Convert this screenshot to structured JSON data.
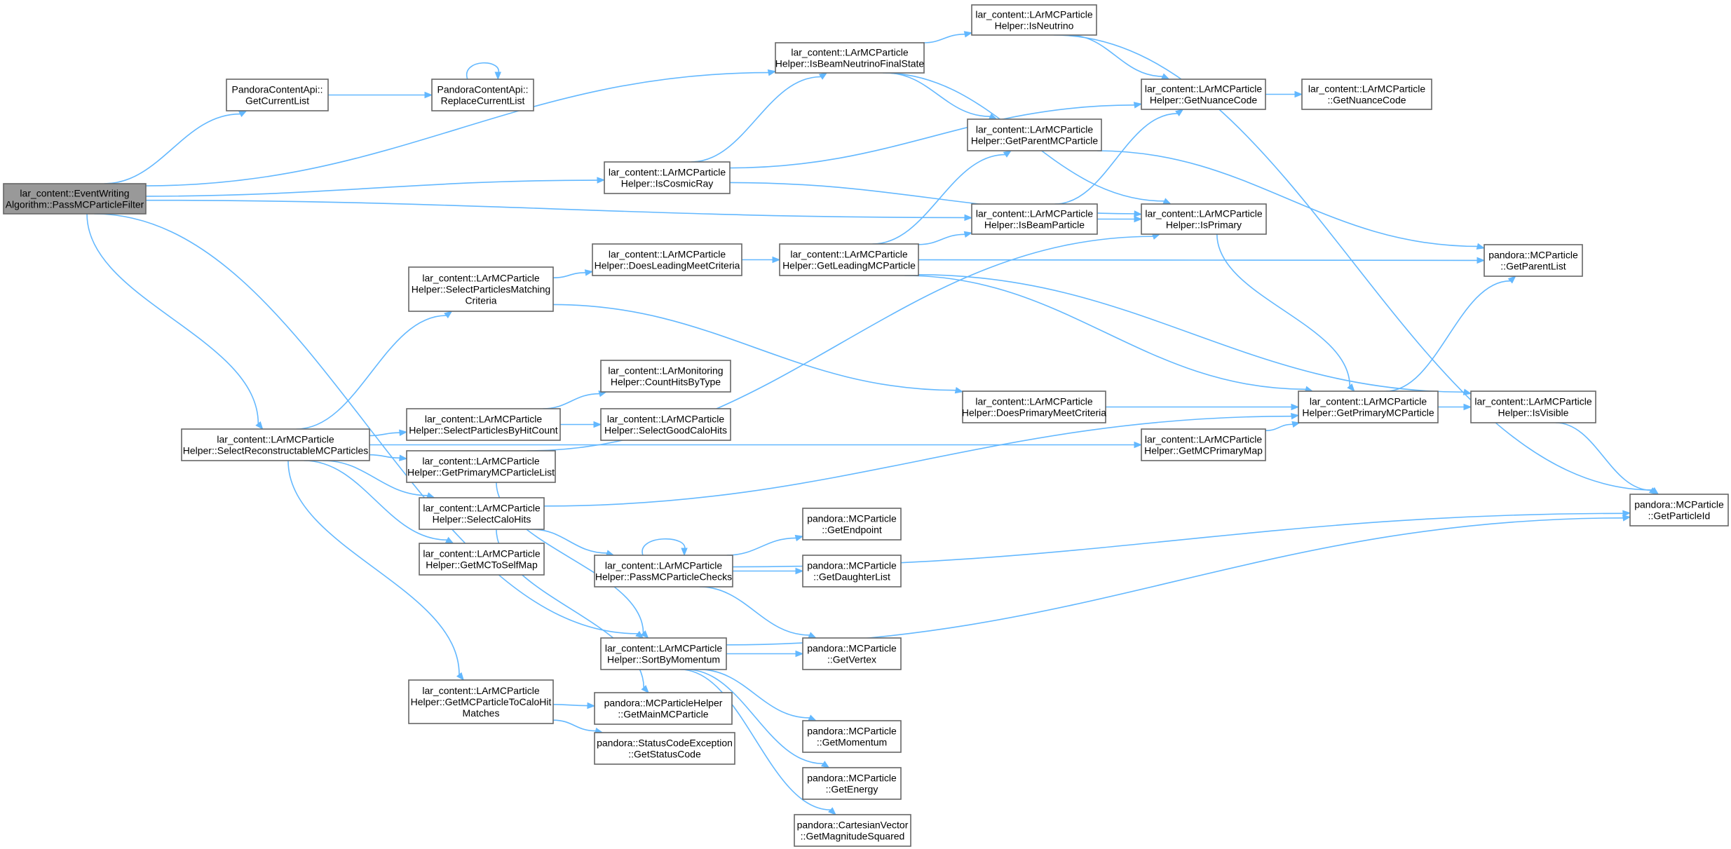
{
  "diagram": {
    "nodes": [
      {
        "id": "root",
        "lines": [
          "lar_content::EventWriting",
          "Algorithm::PassMCParticleFilter"
        ],
        "root": true
      },
      {
        "id": "getCurrentList",
        "lines": [
          "PandoraContentApi::",
          "GetCurrentList"
        ]
      },
      {
        "id": "replaceCurrentList",
        "lines": [
          "PandoraContentApi::",
          "ReplaceCurrentList"
        ]
      },
      {
        "id": "isBeamNeutrinoFinalState",
        "lines": [
          "lar_content::LArMCParticle",
          "Helper::IsBeamNeutrinoFinalState"
        ]
      },
      {
        "id": "isNeutrino",
        "lines": [
          "lar_content::LArMCParticle",
          "Helper::IsNeutrino"
        ]
      },
      {
        "id": "getNuanceCodeHelper",
        "lines": [
          "lar_content::LArMCParticle",
          "Helper::GetNuanceCode"
        ]
      },
      {
        "id": "getNuanceCodeParticle",
        "lines": [
          "lar_content::LArMCParticle",
          "::GetNuanceCode"
        ]
      },
      {
        "id": "getParentMCParticle",
        "lines": [
          "lar_content::LArMCParticle",
          "Helper::GetParentMCParticle"
        ]
      },
      {
        "id": "isCosmicRay",
        "lines": [
          "lar_content::LArMCParticle",
          "Helper::IsCosmicRay"
        ]
      },
      {
        "id": "isBeamParticle",
        "lines": [
          "lar_content::LArMCParticle",
          "Helper::IsBeamParticle"
        ]
      },
      {
        "id": "isPrimary",
        "lines": [
          "lar_content::LArMCParticle",
          "Helper::IsPrimary"
        ]
      },
      {
        "id": "selectParticlesMatchingCriteria",
        "lines": [
          "lar_content::LArMCParticle",
          "Helper::SelectParticlesMatching",
          "Criteria"
        ]
      },
      {
        "id": "doesLeadingMeetCriteria",
        "lines": [
          "lar_content::LArMCParticle",
          "Helper::DoesLeadingMeetCriteria"
        ]
      },
      {
        "id": "getLeadingMCParticle",
        "lines": [
          "lar_content::LArMCParticle",
          "Helper::GetLeadingMCParticle"
        ]
      },
      {
        "id": "getParentList",
        "lines": [
          "pandora::MCParticle",
          "::GetParentList"
        ]
      },
      {
        "id": "countHitsByType",
        "lines": [
          "lar_content::LArMonitoring",
          "Helper::CountHitsByType"
        ]
      },
      {
        "id": "doesPrimaryMeetCriteria",
        "lines": [
          "lar_content::LArMCParticle",
          "Helper::DoesPrimaryMeetCriteria"
        ]
      },
      {
        "id": "getPrimaryMCParticle",
        "lines": [
          "lar_content::LArMCParticle",
          "Helper::GetPrimaryMCParticle"
        ]
      },
      {
        "id": "isVisible",
        "lines": [
          "lar_content::LArMCParticle",
          "Helper::IsVisible"
        ]
      },
      {
        "id": "selectReconstructable",
        "lines": [
          "lar_content::LArMCParticle",
          "Helper::SelectReconstructableMCParticles"
        ]
      },
      {
        "id": "selectParticlesByHitCount",
        "lines": [
          "lar_content::LArMCParticle",
          "Helper::SelectParticlesByHitCount"
        ]
      },
      {
        "id": "selectGoodCaloHits",
        "lines": [
          "lar_content::LArMCParticle",
          "Helper::SelectGoodCaloHits"
        ]
      },
      {
        "id": "getPrimaryMCParticleList",
        "lines": [
          "lar_content::LArMCParticle",
          "Helper::GetPrimaryMCParticleList"
        ]
      },
      {
        "id": "getMCPrimaryMap",
        "lines": [
          "lar_content::LArMCParticle",
          "Helper::GetMCPrimaryMap"
        ]
      },
      {
        "id": "selectCaloHits",
        "lines": [
          "lar_content::LArMCParticle",
          "Helper::SelectCaloHits"
        ]
      },
      {
        "id": "getParticleId",
        "lines": [
          "pandora::MCParticle",
          "::GetParticleId"
        ]
      },
      {
        "id": "getEndpoint",
        "lines": [
          "pandora::MCParticle",
          "::GetEndpoint"
        ]
      },
      {
        "id": "getMCToSelfMap",
        "lines": [
          "lar_content::LArMCParticle",
          "Helper::GetMCToSelfMap"
        ]
      },
      {
        "id": "passMCParticleChecks",
        "lines": [
          "lar_content::LArMCParticle",
          "Helper::PassMCParticleChecks"
        ]
      },
      {
        "id": "getDaughterList",
        "lines": [
          "pandora::MCParticle",
          "::GetDaughterList"
        ]
      },
      {
        "id": "sortByMomentum",
        "lines": [
          "lar_content::LArMCParticle",
          "Helper::SortByMomentum"
        ]
      },
      {
        "id": "getVertex",
        "lines": [
          "pandora::MCParticle",
          "::GetVertex"
        ]
      },
      {
        "id": "getMCParticleToCaloHitMatches",
        "lines": [
          "lar_content::LArMCParticle",
          "Helper::GetMCParticleToCaloHit",
          "Matches"
        ]
      },
      {
        "id": "getMainMCParticle",
        "lines": [
          "pandora::MCParticleHelper",
          "::GetMainMCParticle"
        ]
      },
      {
        "id": "getStatusCode",
        "lines": [
          "pandora::StatusCodeException",
          "::GetStatusCode"
        ]
      },
      {
        "id": "getMomentum",
        "lines": [
          "pandora::MCParticle",
          "::GetMomentum"
        ]
      },
      {
        "id": "getEnergy",
        "lines": [
          "pandora::MCParticle",
          "::GetEnergy"
        ]
      },
      {
        "id": "getMagnitudeSquared",
        "lines": [
          "pandora::CartesianVector",
          "::GetMagnitudeSquared"
        ]
      }
    ],
    "edges": [
      [
        "root",
        "getCurrentList"
      ],
      [
        "root",
        "isBeamNeutrinoFinalState"
      ],
      [
        "root",
        "isCosmicRay"
      ],
      [
        "root",
        "isBeamParticle"
      ],
      [
        "root",
        "selectReconstructable"
      ],
      [
        "root",
        "sortByMomentum"
      ],
      [
        "getCurrentList",
        "replaceCurrentList"
      ],
      [
        "replaceCurrentList",
        "replaceCurrentList"
      ],
      [
        "isBeamNeutrinoFinalState",
        "isNeutrino"
      ],
      [
        "isBeamNeutrinoFinalState",
        "getParentMCParticle"
      ],
      [
        "isBeamNeutrinoFinalState",
        "isPrimary"
      ],
      [
        "isNeutrino",
        "getNuanceCodeHelper"
      ],
      [
        "isNeutrino",
        "getParticleId"
      ],
      [
        "getNuanceCodeHelper",
        "getNuanceCodeParticle"
      ],
      [
        "getParentMCParticle",
        "getParentList"
      ],
      [
        "isCosmicRay",
        "isBeamNeutrinoFinalState"
      ],
      [
        "isCosmicRay",
        "getNuanceCodeHelper"
      ],
      [
        "isCosmicRay",
        "isPrimary"
      ],
      [
        "isBeamParticle",
        "getNuanceCodeHelper"
      ],
      [
        "isBeamParticle",
        "isPrimary"
      ],
      [
        "isPrimary",
        "getPrimaryMCParticle"
      ],
      [
        "selectParticlesMatchingCriteria",
        "doesLeadingMeetCriteria"
      ],
      [
        "selectParticlesMatchingCriteria",
        "doesPrimaryMeetCriteria"
      ],
      [
        "doesLeadingMeetCriteria",
        "getLeadingMCParticle"
      ],
      [
        "getLeadingMCParticle",
        "getParentMCParticle"
      ],
      [
        "getLeadingMCParticle",
        "isBeamParticle"
      ],
      [
        "getLeadingMCParticle",
        "getParentList"
      ],
      [
        "getLeadingMCParticle",
        "getPrimaryMCParticle"
      ],
      [
        "getLeadingMCParticle",
        "isVisible"
      ],
      [
        "doesPrimaryMeetCriteria",
        "getPrimaryMCParticle"
      ],
      [
        "getPrimaryMCParticle",
        "getParentList"
      ],
      [
        "getPrimaryMCParticle",
        "isVisible"
      ],
      [
        "isVisible",
        "getParticleId"
      ],
      [
        "selectReconstructable",
        "selectParticlesMatchingCriteria"
      ],
      [
        "selectReconstructable",
        "getMCPrimaryMap"
      ],
      [
        "selectReconstructable",
        "selectParticlesByHitCount"
      ],
      [
        "selectReconstructable",
        "getPrimaryMCParticleList"
      ],
      [
        "selectReconstructable",
        "selectCaloHits"
      ],
      [
        "selectReconstructable",
        "getMCToSelfMap"
      ],
      [
        "selectReconstructable",
        "getMCParticleToCaloHitMatches"
      ],
      [
        "selectParticlesByHitCount",
        "countHitsByType"
      ],
      [
        "selectParticlesByHitCount",
        "selectGoodCaloHits"
      ],
      [
        "getPrimaryMCParticleList",
        "isPrimary"
      ],
      [
        "getPrimaryMCParticleList",
        "sortByMomentum"
      ],
      [
        "getMCPrimaryMap",
        "getPrimaryMCParticle"
      ],
      [
        "selectCaloHits",
        "getPrimaryMCParticle"
      ],
      [
        "selectCaloHits",
        "passMCParticleChecks"
      ],
      [
        "selectCaloHits",
        "getMainMCParticle"
      ],
      [
        "passMCParticleChecks",
        "passMCParticleChecks"
      ],
      [
        "passMCParticleChecks",
        "getEndpoint"
      ],
      [
        "passMCParticleChecks",
        "getDaughterList"
      ],
      [
        "passMCParticleChecks",
        "getParticleId"
      ],
      [
        "passMCParticleChecks",
        "getVertex"
      ],
      [
        "sortByMomentum",
        "getVertex"
      ],
      [
        "sortByMomentum",
        "getParticleId"
      ],
      [
        "sortByMomentum",
        "getMomentum"
      ],
      [
        "sortByMomentum",
        "getEnergy"
      ],
      [
        "sortByMomentum",
        "getMagnitudeSquared"
      ],
      [
        "getMCParticleToCaloHitMatches",
        "getMainMCParticle"
      ],
      [
        "getMCParticleToCaloHitMatches",
        "getStatusCode"
      ]
    ]
  }
}
